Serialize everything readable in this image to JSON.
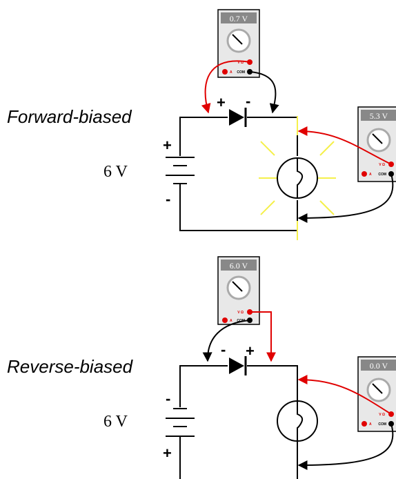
{
  "top_circuit": {
    "label": "Forward-biased",
    "battery_voltage": "6 V",
    "battery_plus": "+",
    "battery_minus": "-",
    "diode_left_sign": "+",
    "diode_right_sign": "-",
    "lamp_lit": true,
    "diode_meter": {
      "reading": "0.7 V",
      "jack_v": "V Ω",
      "jack_a": "A",
      "jack_com": "COM"
    },
    "lamp_meter": {
      "reading": "5.3 V",
      "jack_v": "V Ω",
      "jack_a": "A",
      "jack_com": "COM"
    }
  },
  "bottom_circuit": {
    "label": "Reverse-biased",
    "battery_voltage": "6 V",
    "battery_top_sign": "-",
    "battery_bottom_sign": "+",
    "diode_left_sign": "-",
    "diode_right_sign": "+",
    "lamp_lit": false,
    "diode_meter": {
      "reading": "6.0 V",
      "jack_v": "V Ω",
      "jack_a": "A",
      "jack_com": "COM"
    },
    "lamp_meter": {
      "reading": "0.0 V",
      "jack_v": "V Ω",
      "jack_a": "A",
      "jack_com": "COM"
    }
  },
  "colors": {
    "wire": "#000000",
    "probe_red": "#e00000",
    "probe_black": "#000000",
    "meter_body": "#e8e8e8",
    "meter_display": "#888888",
    "display_text": "#ffffff",
    "lamp_glow": "#f5f04a"
  }
}
